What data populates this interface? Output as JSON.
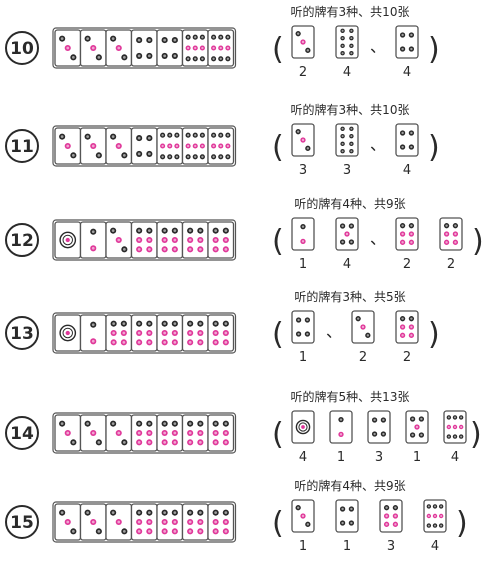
{
  "colors": {
    "black": "#2a2a2a",
    "pink": "#e0389a",
    "border": "#555555",
    "dot_grey": "#bbbbbb"
  },
  "problems": [
    {
      "number": "10",
      "tiles": [
        3,
        3,
        3,
        4,
        4,
        9,
        9
      ],
      "label": "听的牌有3种、共10张",
      "answers": [
        {
          "tile": 3,
          "count": "2"
        },
        {
          "tile": 8,
          "count": "4"
        },
        {
          "tile": 4,
          "count": "4"
        }
      ],
      "separator_after": 1
    },
    {
      "number": "11",
      "tiles": [
        3,
        3,
        3,
        4,
        9,
        9,
        9
      ],
      "label": "听的牌有3种、共10张",
      "answers": [
        {
          "tile": 3,
          "count": "3"
        },
        {
          "tile": 8,
          "count": "3"
        },
        {
          "tile": 4,
          "count": "4"
        }
      ],
      "separator_after": 1
    },
    {
      "number": "12",
      "tiles": [
        1,
        2,
        3,
        6,
        6,
        6,
        6
      ],
      "label": "听的牌有4种、共9张",
      "answers": [
        {
          "tile": 2,
          "count": "1"
        },
        {
          "tile": 5,
          "count": "4"
        },
        {
          "tile": 6,
          "count": "2"
        },
        {
          "tile": 6,
          "count": "2"
        }
      ],
      "separator_after": 1
    },
    {
      "number": "13",
      "tiles": [
        1,
        2,
        6,
        6,
        6,
        6,
        6
      ],
      "label": "听的牌有3种、共5张",
      "answers": [
        {
          "tile": 4,
          "count": "1"
        },
        {
          "tile": 3,
          "count": "2"
        },
        {
          "tile": 6,
          "count": "2"
        }
      ],
      "separator_after": 0
    },
    {
      "number": "14",
      "tiles": [
        3,
        3,
        3,
        6,
        6,
        6,
        6
      ],
      "label": "听的牌有5种、共13张",
      "answers": [
        {
          "tile": 1,
          "count": "4"
        },
        {
          "tile": 2,
          "count": "1"
        },
        {
          "tile": 4,
          "count": "3"
        },
        {
          "tile": 5,
          "count": "1"
        },
        {
          "tile": 9,
          "count": "4"
        }
      ],
      "separator_after": -1
    },
    {
      "number": "15",
      "tiles": [
        3,
        3,
        3,
        6,
        6,
        6,
        6
      ],
      "label": "听的牌有4种、共9张",
      "answers": [
        {
          "tile": 3,
          "count": "1"
        },
        {
          "tile": 4,
          "count": "1"
        },
        {
          "tile": 6,
          "count": "3"
        },
        {
          "tile": 9,
          "count": "4"
        }
      ],
      "separator_after": -1
    }
  ]
}
